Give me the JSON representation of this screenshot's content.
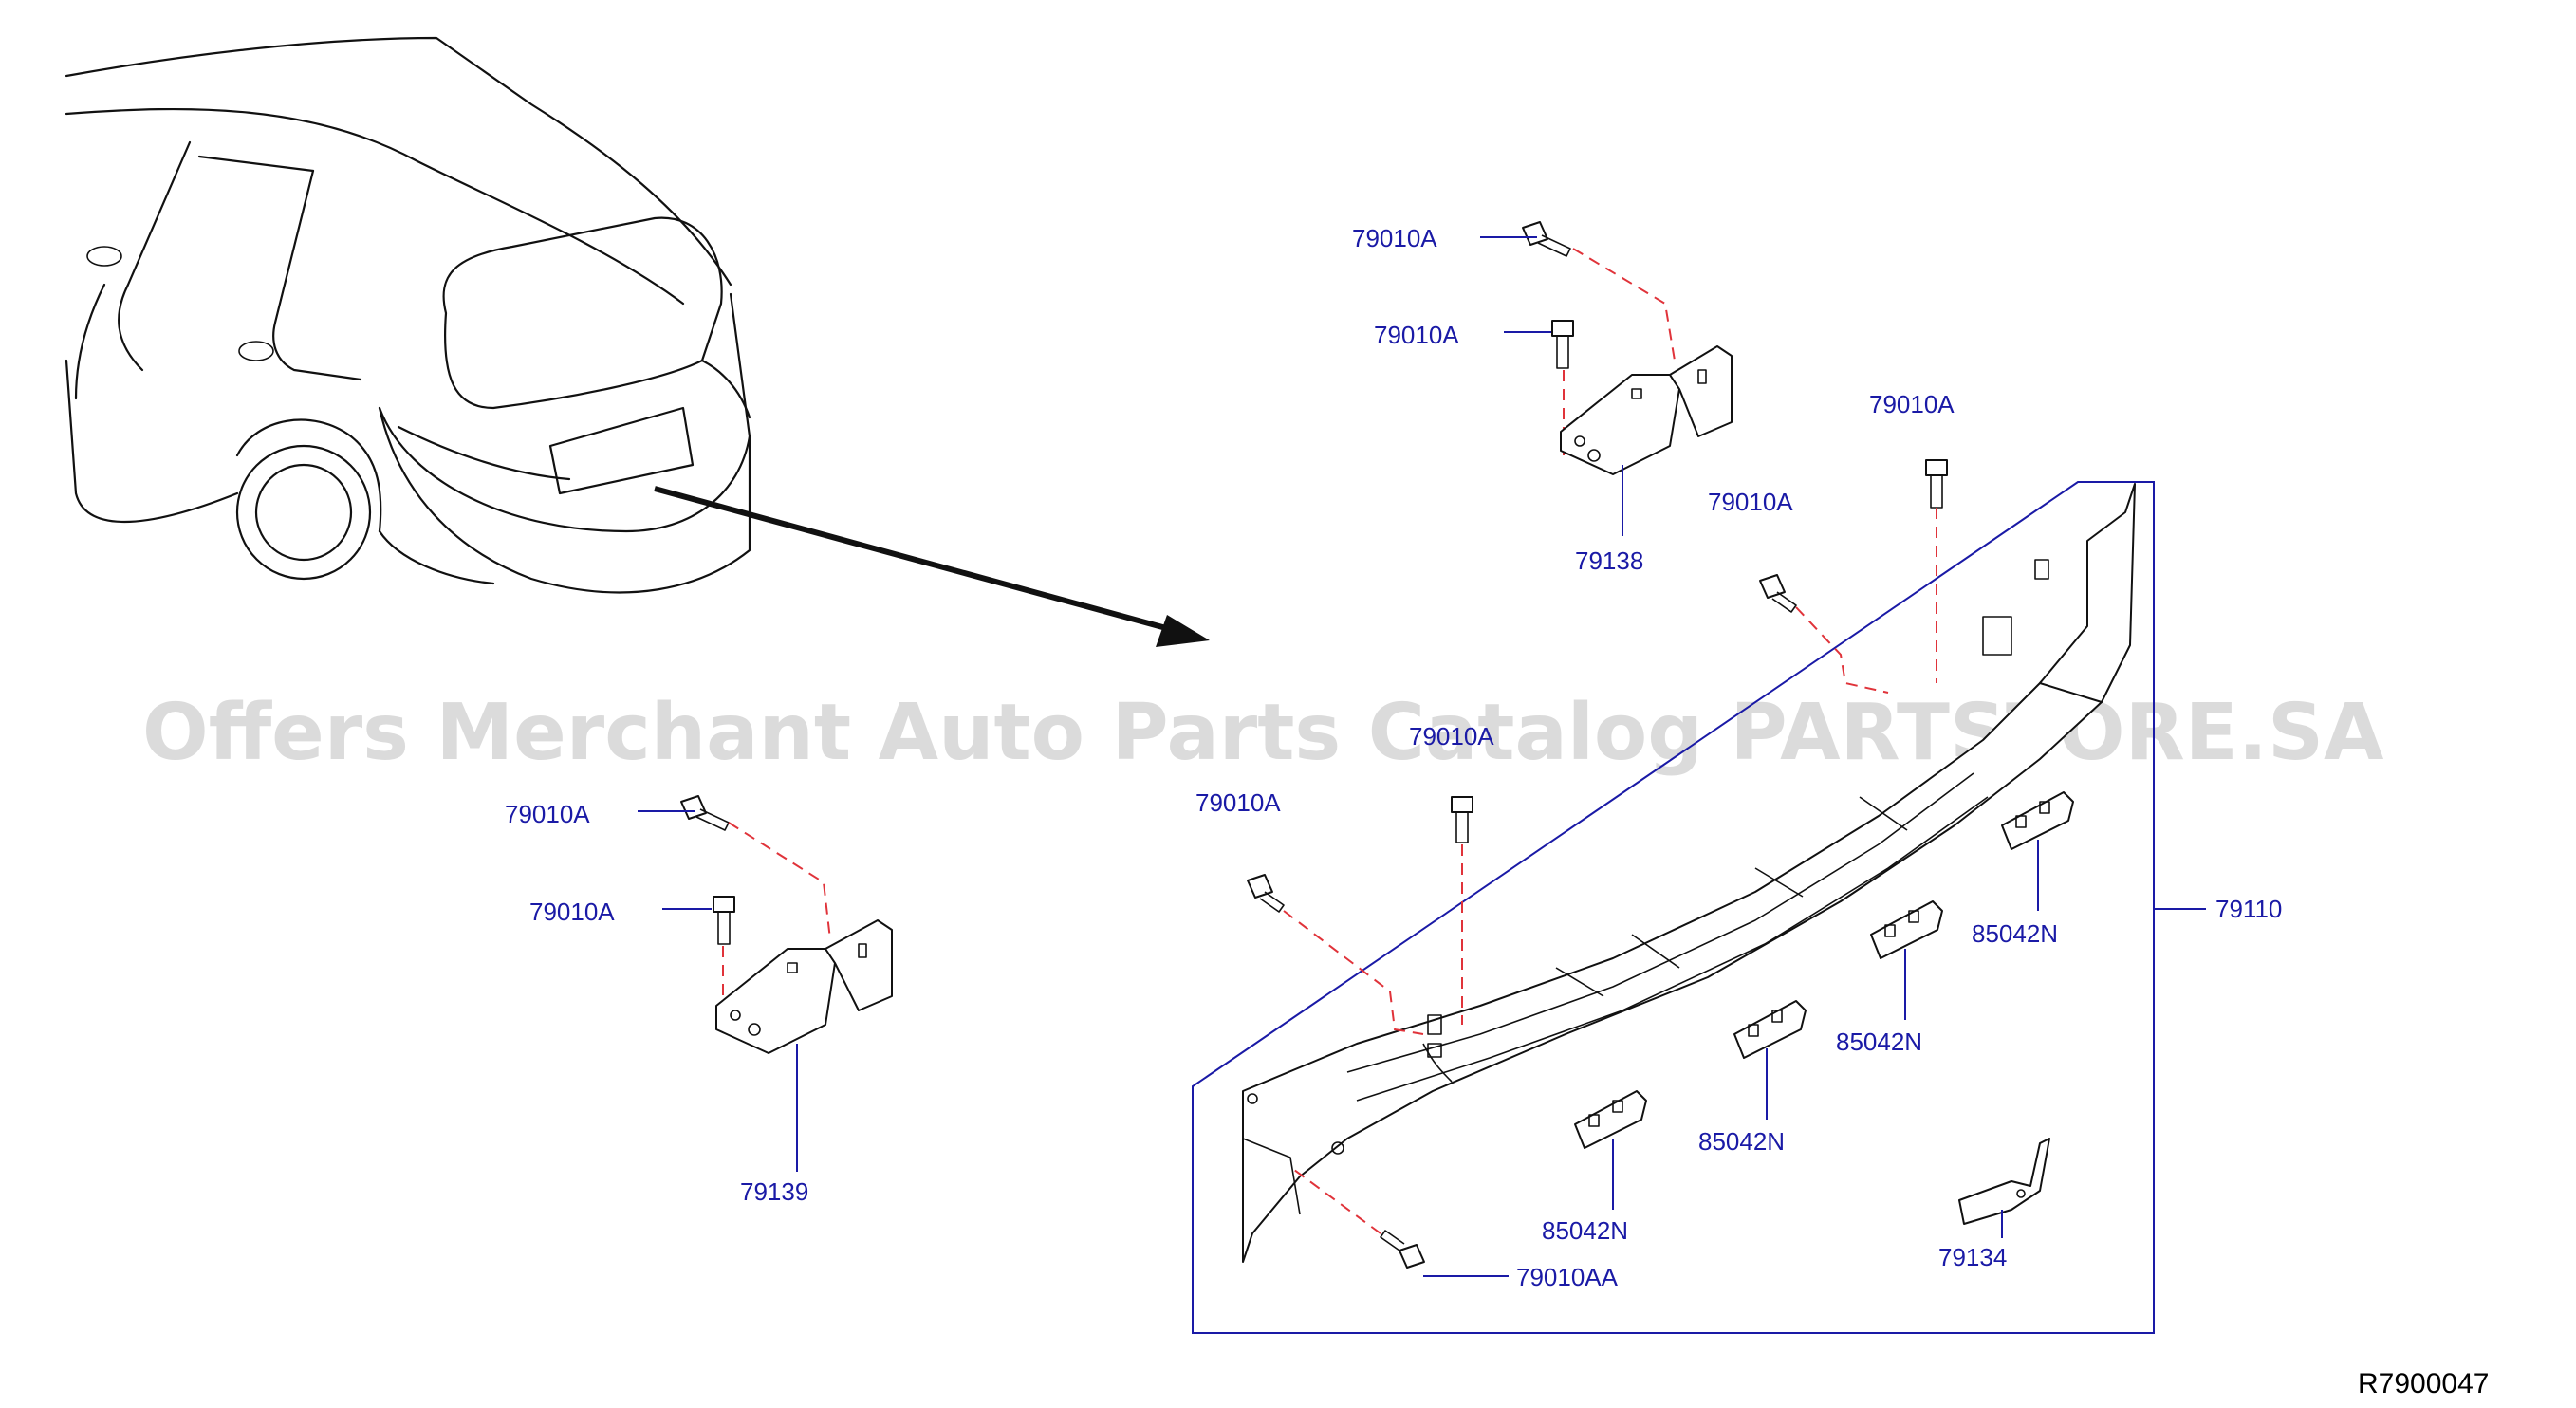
{
  "watermark": "Offers Merchant Auto Parts Catalog PARTSTORE.SA",
  "reference_code": "R7900047",
  "colors": {
    "label": "#1a1aa6",
    "ink": "#111111",
    "dashed_line": "#e0333a",
    "watermark": "#cfcfcf"
  },
  "labels": {
    "bolt_upper_bracket_a": "79010A",
    "bolt_upper_bracket_b": "79010A",
    "bracket_upper": "79138",
    "bolt_beam_right_top": "79010A",
    "bolt_beam_right_mid": "79010A",
    "bolt_beam_center": "79010A",
    "bolt_beam_left": "79010A",
    "bolt_lower_bracket_a": "79010A",
    "bolt_lower_bracket_b": "79010A",
    "bracket_lower": "79139",
    "beam_assembly": "79110",
    "retainer_1": "85042N",
    "retainer_2": "85042N",
    "retainer_3": "85042N",
    "retainer_4": "85042N",
    "bolt_bottom": "79010AA",
    "bracket_small": "79134"
  }
}
